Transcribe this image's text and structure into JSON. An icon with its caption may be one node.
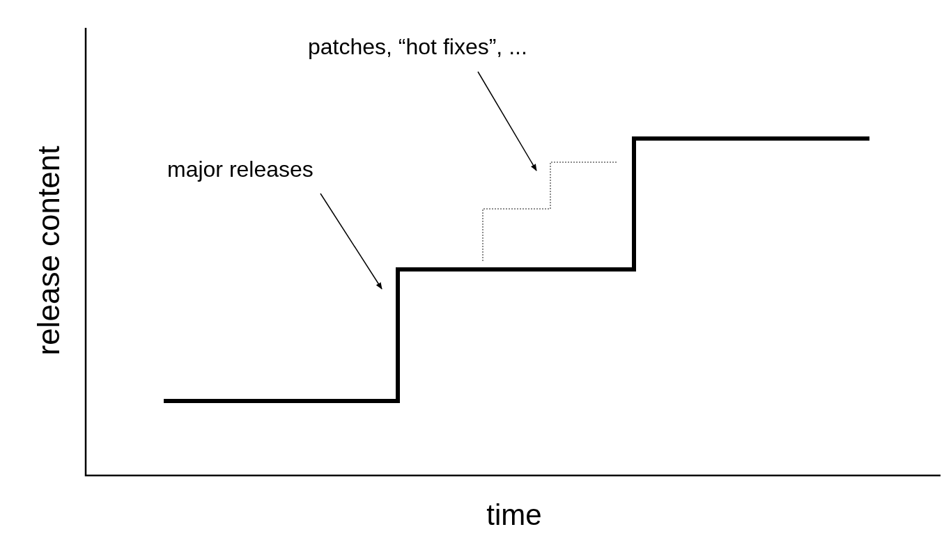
{
  "diagram": {
    "nodes": [
      {
        "text": [
          "major releases"
        ]
      },
      {
        "text": [
          "patches, “hot fixes”, ..."
        ]
      }
    ],
    "edges": [
      {
        "from": 0,
        "to": null,
        "arrow": "to"
      },
      {
        "from": 1,
        "to": null,
        "arrow": "to"
      }
    ],
    "labels": [
      "release content",
      "time"
    ]
  }
}
